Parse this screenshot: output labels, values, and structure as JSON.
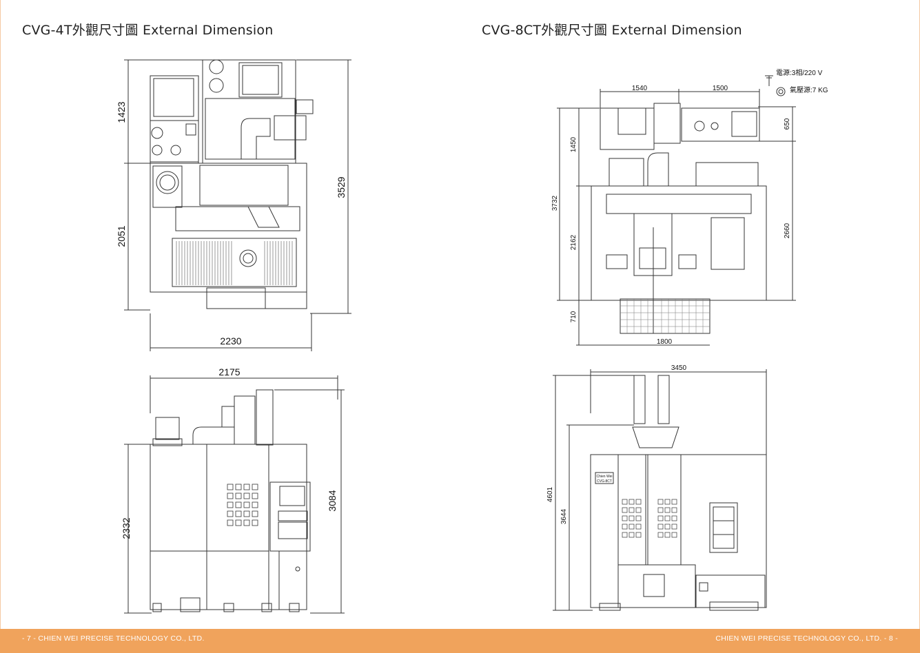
{
  "titles": {
    "left": "CVG-4T外觀尺寸圖 External Dimension",
    "right": "CVG-8CT外觀尺寸圖 External Dimension"
  },
  "cvg4t_top": {
    "height_upper": "1423",
    "height_lower": "2051",
    "height_total": "3529",
    "width": "2230"
  },
  "cvg4t_front": {
    "width": "2175",
    "height_body": "2332",
    "height_total": "3084"
  },
  "cvg8ct_top": {
    "width_left": "1540",
    "width_right": "1500",
    "power_label": "電源:3相/220 V",
    "air_label": "氣壓源:7 KG",
    "height_upper": "1450",
    "height_total": "3732",
    "height_lower": "2162",
    "height_chip": "710",
    "height_cabinet": "650",
    "depth_right": "2660",
    "chip_width": "1800"
  },
  "cvg8ct_front": {
    "width": "3450",
    "height_total": "4601",
    "height_body": "3644",
    "nameplate_brand": "Chien Wei",
    "nameplate_model": "CVG-8CT"
  },
  "footer": {
    "left": "- 7 - CHIEN WEI PRECISE TECHNOLOGY CO., LTD.",
    "right": "CHIEN WEI PRECISE TECHNOLOGY CO., LTD. - 8 -"
  },
  "colors": {
    "footer_bg": "#f0a35c",
    "line": "#333333"
  }
}
